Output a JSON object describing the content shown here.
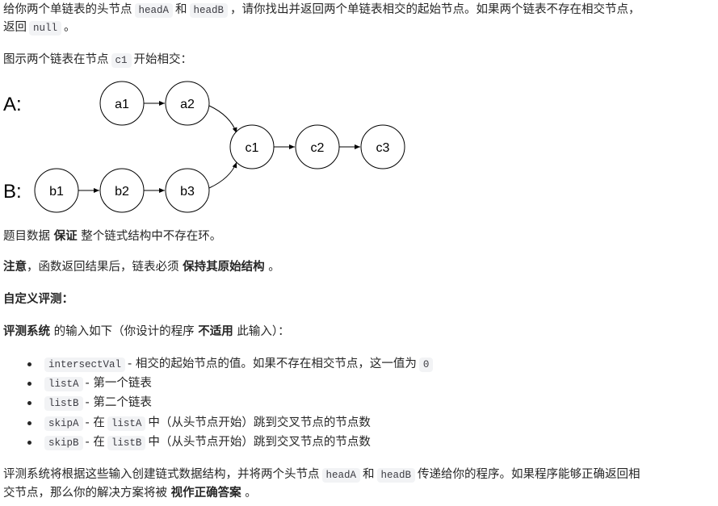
{
  "intro": {
    "line1_pre": "给你两个单链表的头节点",
    "code_headA": "headA",
    "and": "和",
    "code_headB": "headB",
    "line1_post": "，请你找出并返回两个单链表相交的起始节点。如果两个链表不存在相交节点，",
    "line2_pre": "返回",
    "code_null": "null",
    "line2_post": "。"
  },
  "figure_caption": {
    "pre": "图示两个链表在节点",
    "code": "c1",
    "post": "开始相交："
  },
  "diagram": {
    "label_a": "A:",
    "label_b": "B:",
    "nodes": {
      "a1": "a1",
      "a2": "a2",
      "b1": "b1",
      "b2": "b2",
      "b3": "b3",
      "c1": "c1",
      "c2": "c2",
      "c3": "c3"
    }
  },
  "guarantee": {
    "pre": "题目数据",
    "bold": "保证",
    "post": "整个链式结构中不存在环。"
  },
  "note": {
    "bold": "注意",
    "mid": "，函数返回结果后，链表必须",
    "bold2": "保持其原始结构",
    "post": "。"
  },
  "custom_judge_heading": "自定义评测：",
  "judge_input": {
    "bold": "评测系统",
    "mid": "的输入如下（你设计的程序",
    "bold2": "不适用",
    "post": "此输入）："
  },
  "inputs": [
    {
      "code": "intersectVal",
      "desc": "- 相交的起始节点的值。如果不存在相交节点，这一值为",
      "code2": "0",
      "desc2": ""
    },
    {
      "code": "listA",
      "desc": "- 第一个链表"
    },
    {
      "code": "listB",
      "desc": "- 第二个链表"
    },
    {
      "code": "skipA",
      "desc": "- 在",
      "code2": "listA",
      "desc2": "中（从头节点开始）跳到交叉节点的节点数"
    },
    {
      "code": "skipB",
      "desc": "- 在",
      "code2": "listB",
      "desc2": "中（从头节点开始）跳到交叉节点的节点数"
    }
  ],
  "conclusion": {
    "line1_pre": "评测系统将根据这些输入创建链式数据结构，并将两个头节点",
    "code_headA": "headA",
    "and": "和",
    "code_headB": "headB",
    "line1_post": "传递给你的程序。如果程序能够正确返回相",
    "line2_pre": "交节点，那么你的解决方案将被",
    "bold": "视作正确答案",
    "line2_post": "。"
  }
}
